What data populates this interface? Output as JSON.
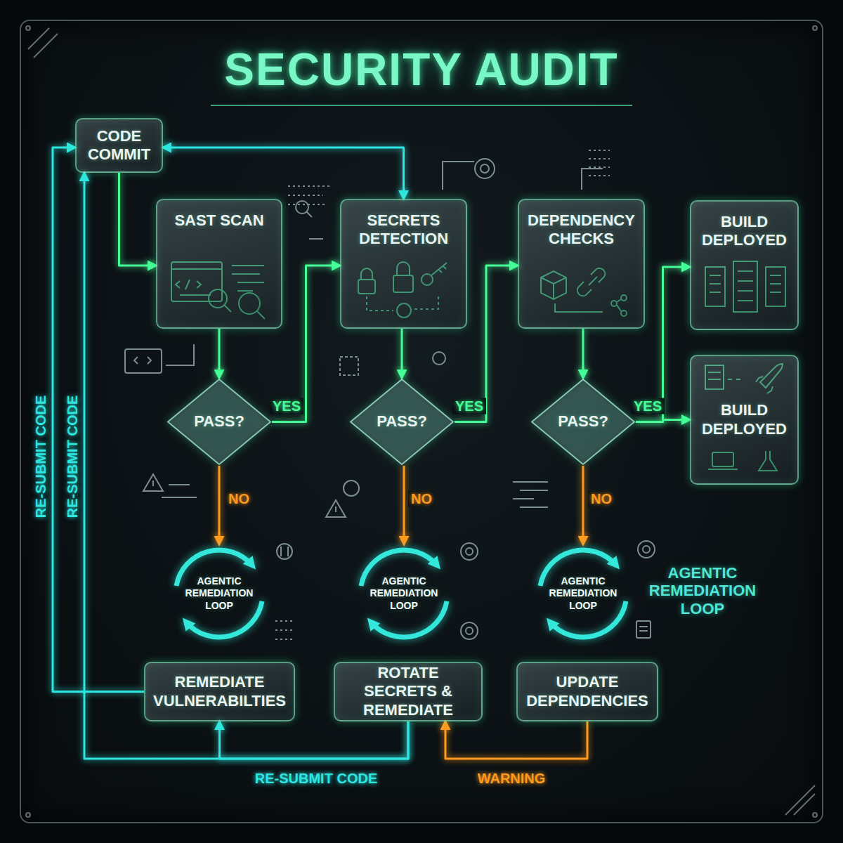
{
  "diagram": {
    "title": "SECURITY AUDIT",
    "nodes": [
      {
        "text": [
          "CODE COMMIT"
        ]
      },
      {
        "text": [
          "SAST SCAN"
        ]
      },
      {
        "text": [
          "SECRETS DETECTION"
        ]
      },
      {
        "text": [
          "DEPENDENCY CHECKS"
        ]
      },
      {
        "text": [
          "BUILD DEPLOYED"
        ]
      },
      {
        "text": [
          "BUILD DEPLOYED"
        ]
      },
      {
        "text": [
          "PASS?"
        ]
      },
      {
        "text": [
          "PASS?"
        ]
      },
      {
        "text": [
          "PASS?"
        ]
      },
      {
        "text": [
          "AGENTIC REMEDIATION LOOP"
        ]
      },
      {
        "text": [
          "AGENTIC REMEDIATION LOOP"
        ]
      },
      {
        "text": [
          "AGENTIC REMEDIATION LOOP"
        ]
      },
      {
        "text": [
          "REMEDIATE VULNERABILTIES"
        ]
      },
      {
        "text": [
          "ROTATE SECRETS & REMEDIATE"
        ]
      },
      {
        "text": [
          "UPDATE DEPENDENCIES"
        ]
      }
    ],
    "edges": [
      {
        "from": 0,
        "to": 1,
        "arrow": "to"
      },
      {
        "from": 1,
        "to": 6,
        "arrow": "to"
      },
      {
        "from": 6,
        "to": 2,
        "label": "YES",
        "arrow": "to"
      },
      {
        "from": 2,
        "to": 7,
        "arrow": "to"
      },
      {
        "from": 7,
        "to": 3,
        "label": "YES",
        "arrow": "to"
      },
      {
        "from": 3,
        "to": 8,
        "arrow": "to"
      },
      {
        "from": 8,
        "to": 4,
        "label": "YES",
        "arrow": "to"
      },
      {
        "from": 8,
        "to": 5,
        "arrow": "to"
      },
      {
        "from": 6,
        "to": 9,
        "label": "NO",
        "arrow": "to"
      },
      {
        "from": 7,
        "to": 10,
        "label": "NO",
        "arrow": "to"
      },
      {
        "from": 8,
        "to": 11,
        "label": "NO",
        "arrow": "to"
      },
      {
        "from": 0,
        "to": 2,
        "arrow": "both"
      },
      {
        "from": 12,
        "to": 0,
        "label": "RE-SUBMIT CODE",
        "arrow": "to"
      },
      {
        "from": 13,
        "to": 0,
        "label": "RE-SUBMIT CODE",
        "arrow": "to"
      },
      {
        "from": 13,
        "to": 12,
        "label": "RE-SUBMIT CODE",
        "arrow": "to"
      },
      {
        "from": 14,
        "to": 13,
        "label": "WARNING",
        "arrow": "to"
      }
    ],
    "labels": [
      "AGENTIC REMEDIATION LOOP"
    ]
  }
}
